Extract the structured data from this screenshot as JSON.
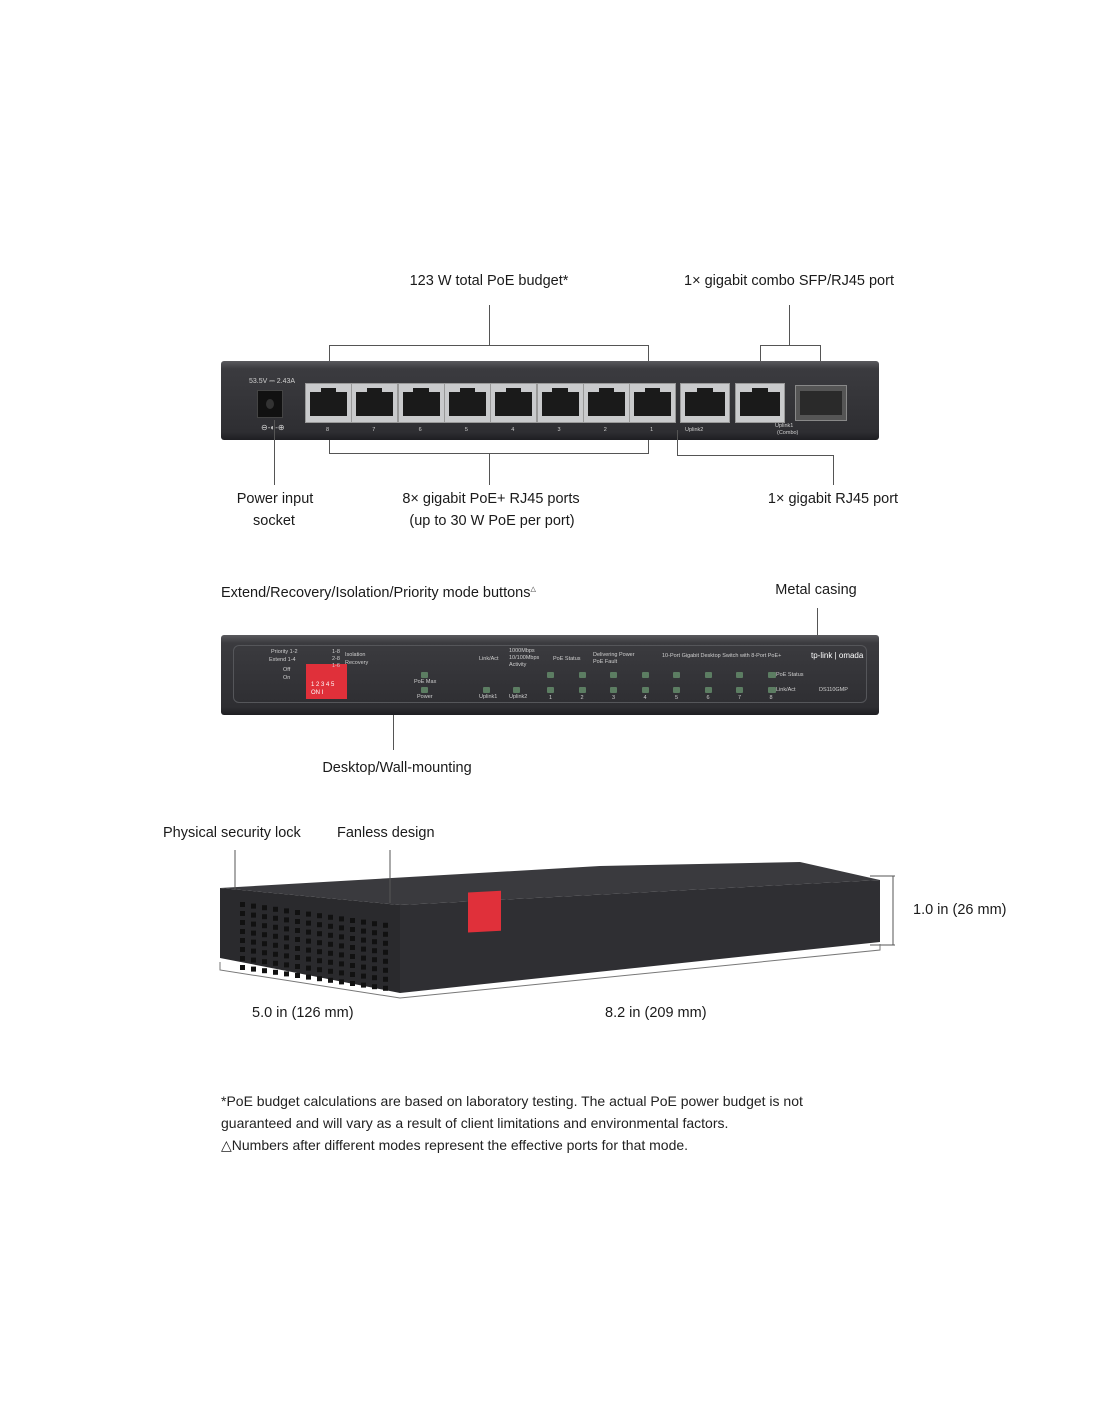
{
  "rear_view": {
    "callouts": {
      "poe_budget": "123 W total PoE budget*",
      "combo_port": "1× gigabit combo SFP/RJ45 port",
      "power_input_line1": "Power input",
      "power_input_line2": "socket",
      "poe_ports_line1": "8× gigabit PoE+ RJ45 ports",
      "poe_ports_line2": "(up to 30 W PoE per port)",
      "rj45_port": "1× gigabit RJ45 port"
    },
    "device_labels": {
      "power_rating": "53.5V ⎓ 2.43A",
      "port_numbers": [
        "8",
        "7",
        "6",
        "5",
        "4",
        "3",
        "2",
        "1"
      ],
      "uplink2": "Uplink2",
      "uplink1": "Uplink1",
      "combo": "(Combo)"
    }
  },
  "front_view": {
    "callouts": {
      "mode_buttons": "Extend/Recovery/Isolation/Priority mode buttons",
      "mode_buttons_mark": "△",
      "metal_casing": "Metal casing",
      "mounting": "Desktop/Wall-mounting"
    },
    "device_labels": {
      "priority": "Priority 1-2",
      "extend": "Extend 1-4",
      "off": "Off",
      "on": "On",
      "dip_numbers": "1 2 3 4 5",
      "dip_on": "ON I",
      "isolation_range": "1-8",
      "isolation_range2": "2-8",
      "recovery_range": "1-6",
      "isolation": "Isolation",
      "recovery": "Recovery",
      "link_act": "Link/Act",
      "speed_1000": "1000Mbps",
      "speed_10_100": "10/100Mbps",
      "activity": "Activity",
      "poe_status": "PoE Status",
      "delivering_power": "Delivering Power",
      "poe_fault": "PoE Fault",
      "product_desc": "10-Port Gigabit Desktop Switch with 8-Port PoE+",
      "brand": "tp-link | omada",
      "poe_max": "PoE Max",
      "power": "Power",
      "uplink1": "Uplink1",
      "uplink2": "Uplink2",
      "port_numbers": [
        "1",
        "2",
        "3",
        "4",
        "5",
        "6",
        "7",
        "8"
      ],
      "poe_status_row": "PoE Status",
      "link_act_row": "Link/Act",
      "model": "DS110GMP"
    }
  },
  "perspective_view": {
    "callouts": {
      "security_lock": "Physical security lock",
      "fanless": "Fanless design",
      "height": "1.0 in (26 mm)",
      "depth": "5.0 in (126 mm)",
      "width": "8.2 in (209 mm)"
    }
  },
  "footnotes": [
    "*PoE budget calculations are based on laboratory testing. The actual PoE power budget is not",
    "guaranteed and will vary as a result of client limitations and environmental factors.",
    "△Numbers after different modes represent the effective ports for that mode."
  ],
  "colors": {
    "led_green": "#5c7d62",
    "dip_red": "#e0303a",
    "panel": "#2e2e32"
  }
}
